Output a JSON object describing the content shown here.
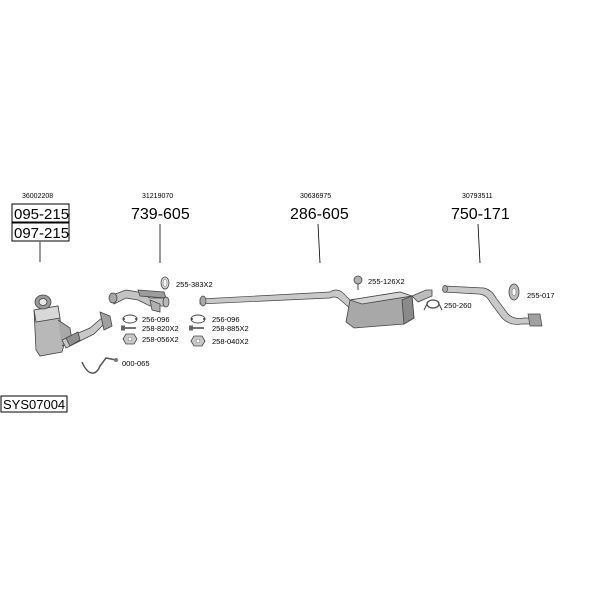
{
  "parts": {
    "oe_36002208": "36002208",
    "box_1": "095-215",
    "box_2": "097-215",
    "oe_31219070": "31219070",
    "part_739_605": "739-605",
    "oe_30636975": "30636975",
    "part_286_605": "286-605",
    "oe_30793511": "30793511",
    "part_750_171": "750-171"
  },
  "small_parts": {
    "p_255_383": "255-383X2",
    "p_255_126": "255-126X2",
    "p_250_260": "250-260",
    "p_255_017": "255-017",
    "p_256_096_a": "256-096",
    "p_258_820": "258-820X2",
    "p_258_056": "258-056X2",
    "p_256_096_b": "256-096",
    "p_258_885": "258-885X2",
    "p_258_040": "258-040X2",
    "p_000_065": "000-065"
  },
  "system_code": "SYS07004"
}
